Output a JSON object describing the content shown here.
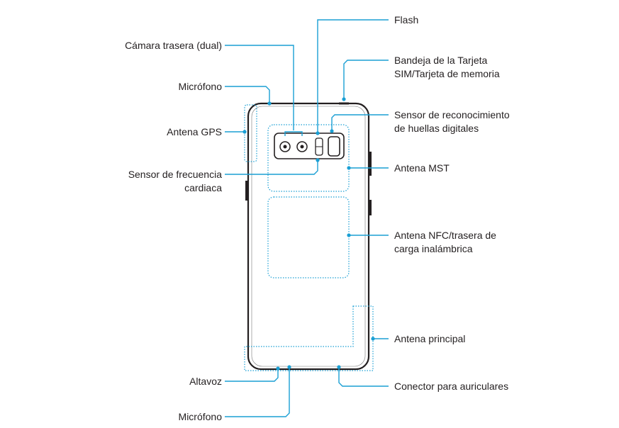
{
  "labels": {
    "flash": "Flash",
    "rear_camera": "Cámara trasera (dual)",
    "sim_tray_line1": "Bandeja de la Tarjeta",
    "sim_tray_line2": "SIM/Tarjeta de memoria",
    "mic_top": "Micrófono",
    "fingerprint_line1": "Sensor de reconocimiento",
    "fingerprint_line2": "de huellas digitales",
    "gps_antenna": "Antena GPS",
    "mst_antenna": "Antena MST",
    "heart_rate_line1": "Sensor de frecuencia",
    "heart_rate_line2": "cardiaca",
    "nfc_line1": "Antena NFC/trasera de",
    "nfc_line2": "carga inalámbrica",
    "main_antenna": "Antena principal",
    "speaker": "Altavoz",
    "headset_jack": "Conector para auriculares",
    "mic_bottom": "Micrófono"
  },
  "colors": {
    "leader_line": "#1a9fd4",
    "antenna_outline": "#1a9fd4",
    "phone_outline": "#231f20",
    "text": "#231f20"
  }
}
